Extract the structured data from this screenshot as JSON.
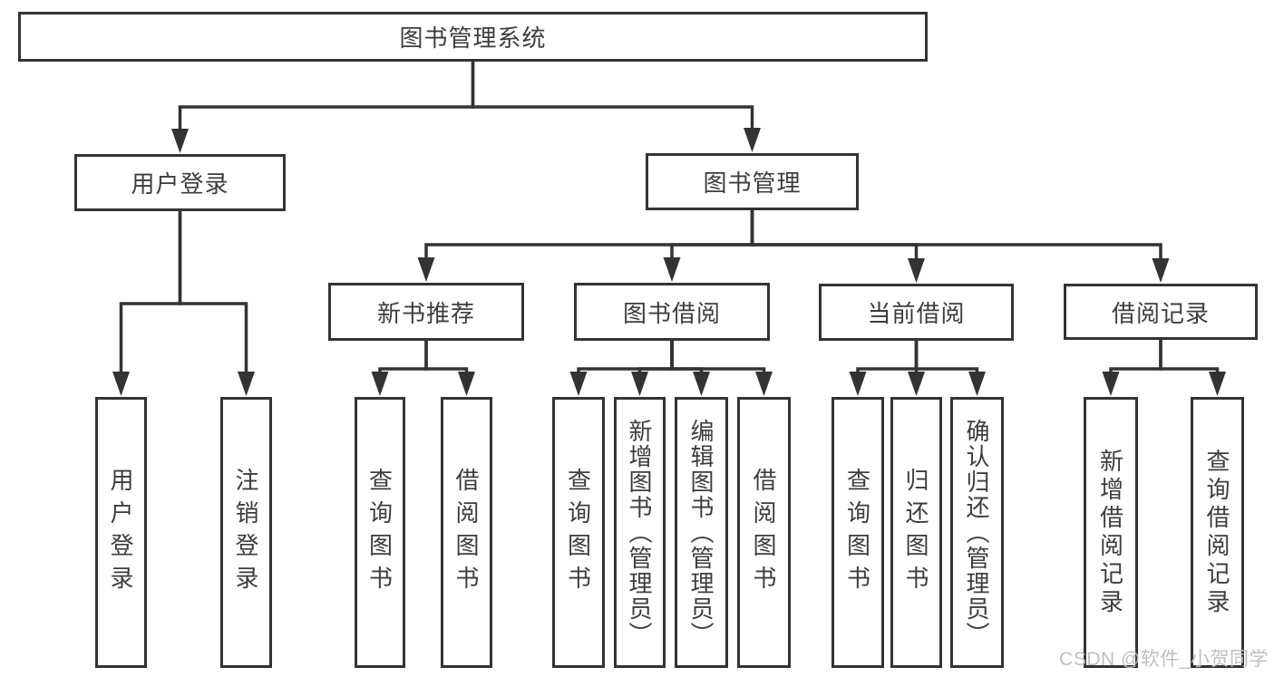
{
  "diagram": {
    "title": "图书管理系统",
    "nodes": [
      {
        "id": "root",
        "label": "图书管理系统",
        "shape": "wide"
      },
      {
        "id": "user-login",
        "label": "用户登录",
        "shape": "wide"
      },
      {
        "id": "book-mgmt",
        "label": "图书管理",
        "shape": "wide"
      },
      {
        "id": "new-book-rec",
        "label": "新书推荐",
        "shape": "wide"
      },
      {
        "id": "book-borrow",
        "label": "图书借阅",
        "shape": "wide"
      },
      {
        "id": "current-borrow",
        "label": "当前借阅",
        "shape": "wide"
      },
      {
        "id": "borrow-records",
        "label": "借阅记录",
        "shape": "wide"
      },
      {
        "id": "leaf-user-login",
        "label": "用户登录",
        "shape": "tall"
      },
      {
        "id": "leaf-logout",
        "label": "注销登录",
        "shape": "tall"
      },
      {
        "id": "leaf-query-book-1",
        "label": "查询图书",
        "shape": "tall"
      },
      {
        "id": "leaf-borrow-book-1",
        "label": "借阅图书",
        "shape": "tall"
      },
      {
        "id": "leaf-query-book-2",
        "label": "查询图书",
        "shape": "tall"
      },
      {
        "id": "leaf-add-book",
        "label": "新增图书（管理员）",
        "shape": "tall"
      },
      {
        "id": "leaf-edit-book",
        "label": "编辑图书（管理员）",
        "shape": "tall"
      },
      {
        "id": "leaf-borrow-book-2",
        "label": "借阅图书",
        "shape": "tall"
      },
      {
        "id": "leaf-query-book-3",
        "label": "查询图书",
        "shape": "tall"
      },
      {
        "id": "leaf-return-book",
        "label": "归还图书",
        "shape": "tall"
      },
      {
        "id": "leaf-confirm-return",
        "label": "确认归还（管理员）",
        "shape": "tall"
      },
      {
        "id": "leaf-add-borrow-record",
        "label": "新增借阅记录",
        "shape": "tall"
      },
      {
        "id": "leaf-query-borrow-record",
        "label": "查询借阅记录",
        "shape": "tall"
      }
    ],
    "edges": [
      [
        "root",
        "user-login"
      ],
      [
        "root",
        "book-mgmt"
      ],
      [
        "user-login",
        "leaf-user-login"
      ],
      [
        "user-login",
        "leaf-logout"
      ],
      [
        "book-mgmt",
        "new-book-rec"
      ],
      [
        "book-mgmt",
        "book-borrow"
      ],
      [
        "book-mgmt",
        "current-borrow"
      ],
      [
        "book-mgmt",
        "borrow-records"
      ],
      [
        "new-book-rec",
        "leaf-query-book-1"
      ],
      [
        "new-book-rec",
        "leaf-borrow-book-1"
      ],
      [
        "book-borrow",
        "leaf-query-book-2"
      ],
      [
        "book-borrow",
        "leaf-add-book"
      ],
      [
        "book-borrow",
        "leaf-edit-book"
      ],
      [
        "book-borrow",
        "leaf-borrow-book-2"
      ],
      [
        "current-borrow",
        "leaf-query-book-3"
      ],
      [
        "current-borrow",
        "leaf-return-book"
      ],
      [
        "current-borrow",
        "leaf-confirm-return"
      ],
      [
        "borrow-records",
        "leaf-add-borrow-record"
      ],
      [
        "borrow-records",
        "leaf-query-borrow-record"
      ]
    ]
  },
  "watermark": {
    "text": "CSDN @软件_小贺同学"
  },
  "colors": {
    "line": "#333333",
    "box_border": "#333333",
    "box_fill": "#ffffff",
    "text": "#3d3d3d",
    "watermark": "#bfbfbf",
    "background": "#ffffff"
  }
}
